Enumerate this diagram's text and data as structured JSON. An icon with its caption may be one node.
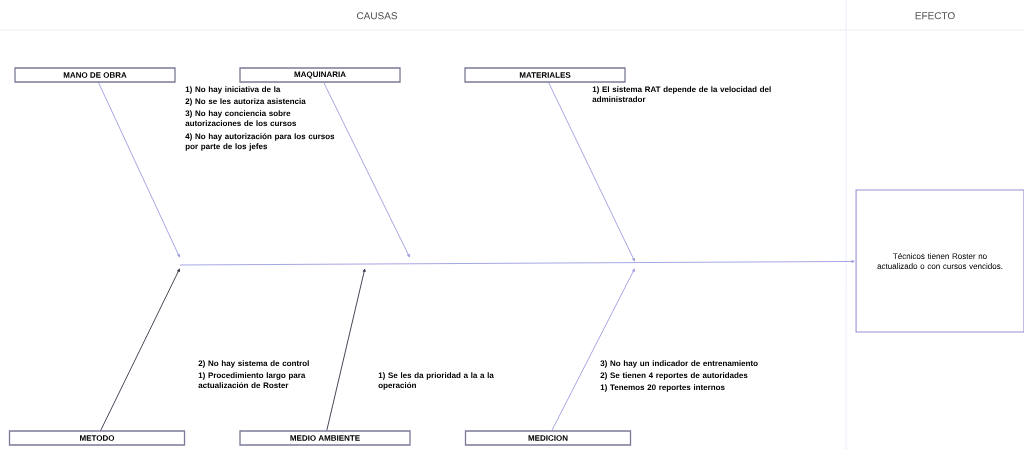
{
  "diagram": {
    "nodes": [
      {
        "text": [
          "MANO DE OBRA"
        ]
      },
      {
        "text": [
          "MAQUINARIA"
        ]
      },
      {
        "text": [
          "MATERIALES"
        ]
      },
      {
        "text": [
          "METODO"
        ]
      },
      {
        "text": [
          "MEDIO AMBIENTE"
        ]
      },
      {
        "text": [
          "MEDICION"
        ]
      },
      {
        "text": [
          "Técnicos tienen Roster no actualizado o con cursos vencidos."
        ]
      }
    ],
    "edges": [
      {
        "from": 0,
        "to": null,
        "arrow": "to"
      },
      {
        "from": 1,
        "to": null,
        "arrow": "to"
      },
      {
        "from": 2,
        "to": null,
        "arrow": "to"
      },
      {
        "from": 3,
        "to": null,
        "arrow": "to",
        "color": "#333344"
      },
      {
        "from": 4,
        "to": null,
        "arrow": "to",
        "color": "#333344"
      },
      {
        "from": 5,
        "to": null,
        "arrow": "to"
      },
      {
        "from": null,
        "to": 6,
        "arrow": "to"
      }
    ],
    "labels": [
      "CAUSAS",
      "EFECTO",
      "1) No hay iniciativa de la",
      "2) No se les autoriza asistencia",
      "3) No hay conciencia sobre autorizaciones de los cursos",
      "4) No hay autorización para los cursos por parte de los jefes",
      "1) El sistema RAT depende de la velocidad del administrador",
      "2) No hay sistema de control",
      "1) Procedimiento largo para actualización de Roster",
      "1) Se les da prioridad a la a la operación",
      "3) No hay un indicador de entrenamiento",
      "2) Se tienen 4 reportes de autoridades",
      "1) Tenemos 20 reportes internos"
    ]
  }
}
